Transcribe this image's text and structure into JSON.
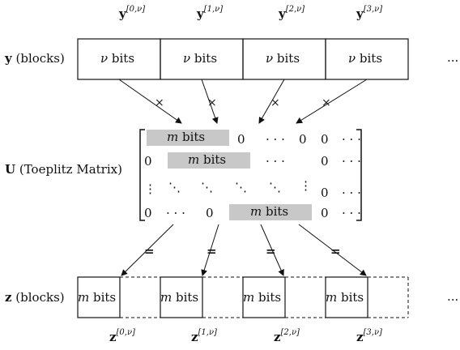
{
  "y_headers": [
    {
      "base": "y",
      "sup": "[0,ν]"
    },
    {
      "base": "y",
      "sup": "[1,ν]"
    },
    {
      "base": "y",
      "sup": "[2,ν]"
    },
    {
      "base": "y",
      "sup": "[3,ν]"
    }
  ],
  "y_row": {
    "label_bold": "y",
    "label_rest": " (blocks)",
    "block_label_var": "ν",
    "block_label_rest": " bits",
    "ellipsis": "..."
  },
  "cross_marks": [
    "×",
    "×",
    "×",
    "×"
  ],
  "u_row": {
    "label_bold": "U",
    "label_rest": " (Toeplitz Matrix)"
  },
  "matrix": {
    "band_var": "m",
    "band_rest": " bits",
    "rows": [
      [
        "0",
        "· · ·",
        "0",
        "0",
        "· · ·"
      ],
      [
        "0",
        "· · ·",
        "0",
        "· · ·"
      ],
      [
        "⋮",
        "⋱",
        "⋱",
        "⋱",
        "⋱",
        "⋮",
        "0",
        "· · ·"
      ],
      [
        "0",
        "· · ·",
        "0",
        "0",
        "· · ·"
      ]
    ]
  },
  "equals_marks": [
    "=",
    "=",
    "=",
    "="
  ],
  "z_row": {
    "label_bold": "z",
    "label_rest": " (blocks)",
    "block_label_var": "m",
    "block_label_rest": " bits",
    "ellipsis": "..."
  },
  "z_footers": [
    {
      "base": "z",
      "sup": "[0,ν]"
    },
    {
      "base": "z",
      "sup": "[1,ν]"
    },
    {
      "base": "z",
      "sup": "[2,ν]"
    },
    {
      "base": "z",
      "sup": "[3,ν]"
    }
  ]
}
